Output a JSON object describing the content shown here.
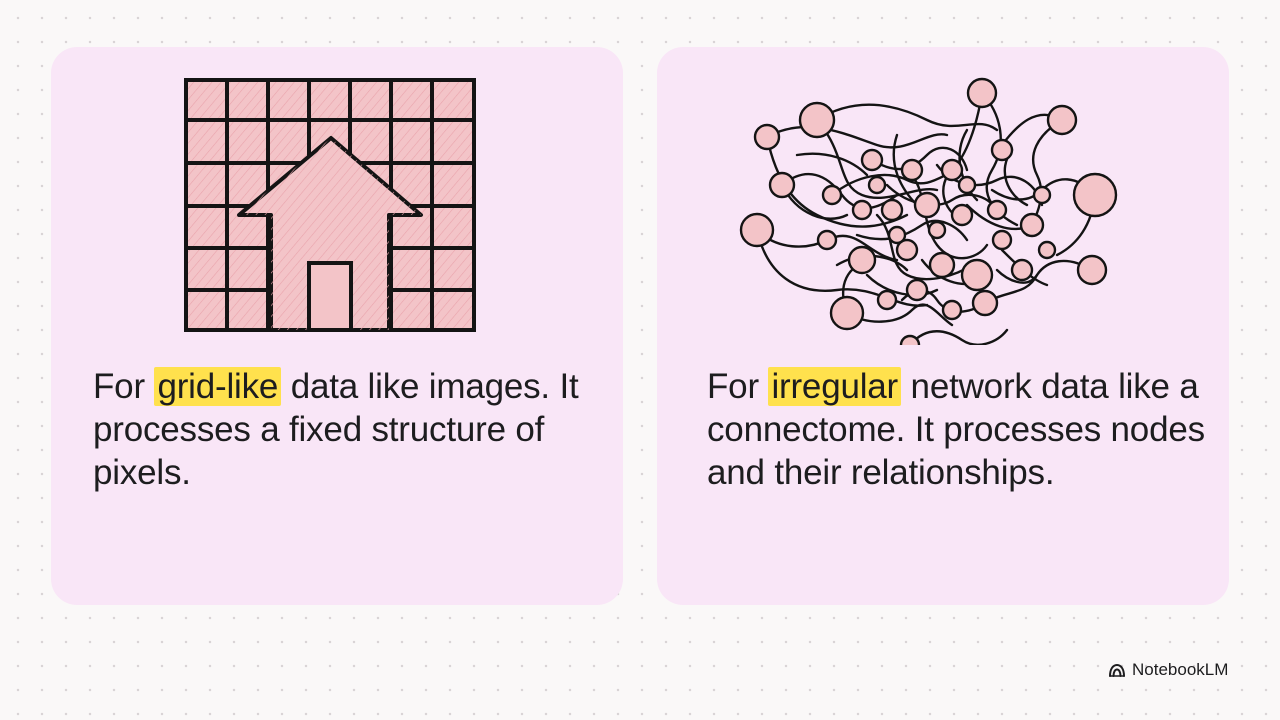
{
  "cards": [
    {
      "illustration": "house-on-pixel-grid",
      "caption_before": "For ",
      "highlight": "grid-like",
      "caption_after": " data like images. It processes a fixed structure of pixels."
    },
    {
      "illustration": "tangled-node-network",
      "caption_before": "For ",
      "highlight": "irregular",
      "caption_after": " network data like a connectome. It processes nodes and their relationships."
    }
  ],
  "brand": {
    "name": "NotebookLM",
    "icon": "notebooklm-logo-icon"
  },
  "colors": {
    "background": "#faf8f8",
    "card": "#f9e6f7",
    "illustration_fill": "#f3c4c8",
    "highlight": "#ffe14d",
    "text": "#1d1d1f"
  }
}
